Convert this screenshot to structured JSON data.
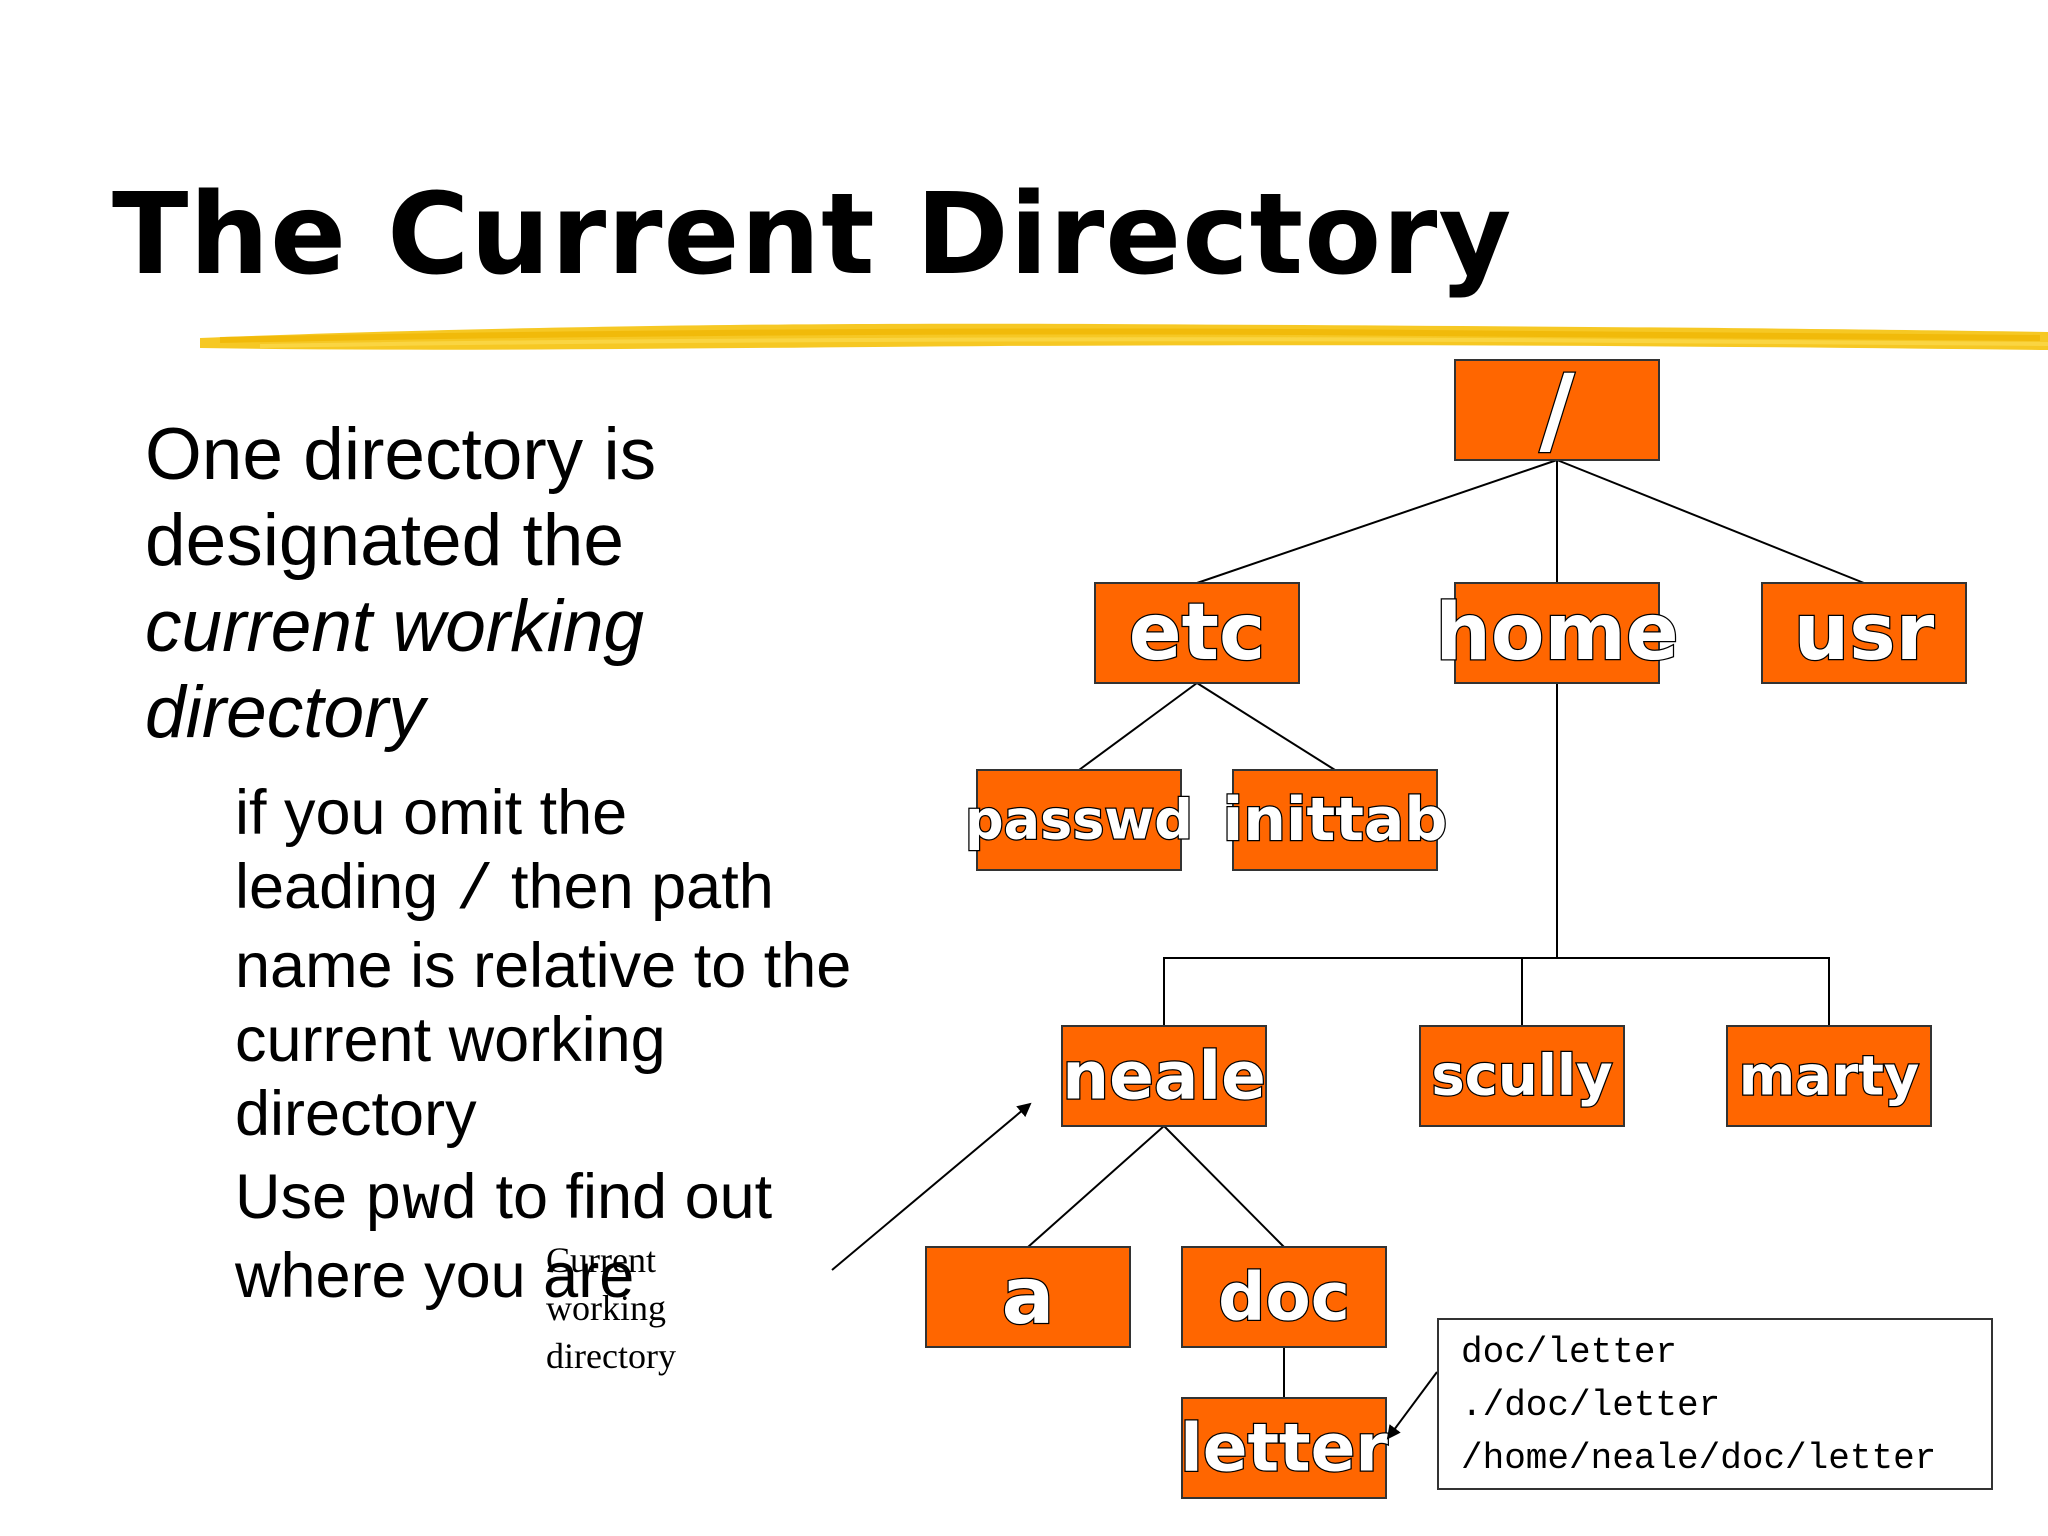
{
  "title": "The Current Directory",
  "main": {
    "line1": "One directory is",
    "line2": "designated the",
    "line3": "current working",
    "line4": "directory"
  },
  "sub1": {
    "line1": "if you omit the",
    "line2_pre": "leading ",
    "line2_code": "/",
    "line2_post": " then path",
    "line3": "name is relative to the",
    "line4": "current working",
    "line5": "directory"
  },
  "sub2": {
    "pre": "Use ",
    "code": "pwd",
    "post": " to find out",
    "line2": "where you are"
  },
  "caption": {
    "line1": "Current",
    "line2": "working",
    "line3": "directory"
  },
  "tree": {
    "nodes": [
      {
        "id": "root",
        "label": "/"
      },
      {
        "id": "etc",
        "label": "etc"
      },
      {
        "id": "home",
        "label": "home"
      },
      {
        "id": "usr",
        "label": "usr"
      },
      {
        "id": "passwd",
        "label": "passwd"
      },
      {
        "id": "inittab",
        "label": "inittab"
      },
      {
        "id": "neale",
        "label": "neale"
      },
      {
        "id": "scully",
        "label": "scully"
      },
      {
        "id": "marty",
        "label": "marty"
      },
      {
        "id": "a",
        "label": "a"
      },
      {
        "id": "doc",
        "label": "doc"
      },
      {
        "id": "letter",
        "label": "letter"
      }
    ],
    "edges": [
      [
        "root",
        "etc"
      ],
      [
        "root",
        "home"
      ],
      [
        "root",
        "usr"
      ],
      [
        "etc",
        "passwd"
      ],
      [
        "etc",
        "inittab"
      ],
      [
        "home",
        "neale"
      ],
      [
        "home",
        "scully"
      ],
      [
        "home",
        "marty"
      ],
      [
        "neale",
        "a"
      ],
      [
        "neale",
        "doc"
      ],
      [
        "doc",
        "letter"
      ]
    ],
    "node_color": "#ff6600",
    "highlight_color": "#f5c518"
  },
  "paths": [
    "doc/letter",
    "./doc/letter",
    "/home/neale/doc/letter"
  ]
}
